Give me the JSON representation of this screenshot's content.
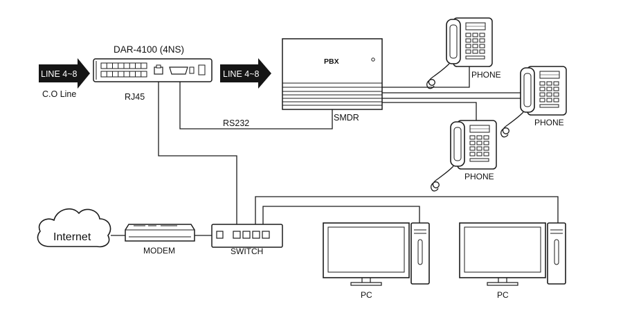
{
  "diagram": {
    "arrows": {
      "left": "LINE 4~8",
      "middle": "LINE 4~8"
    },
    "labels": {
      "co_line": "C.O Line",
      "dar": "DAR-4100 (4NS)",
      "rj45": "RJ45",
      "rs232": "RS232",
      "smdr": "SMDR",
      "pbx": "PBX",
      "phone_1": "PHONE",
      "phone_2": "PHONE",
      "phone_3": "PHONE",
      "internet": "Internet",
      "modem": "MODEM",
      "switch": "SWITCH",
      "pc_1": "PC",
      "pc_2": "PC"
    },
    "icons": [
      "cloud-icon",
      "phone-icon",
      "monitor-icon",
      "tower-icon",
      "arrow-icon"
    ]
  }
}
